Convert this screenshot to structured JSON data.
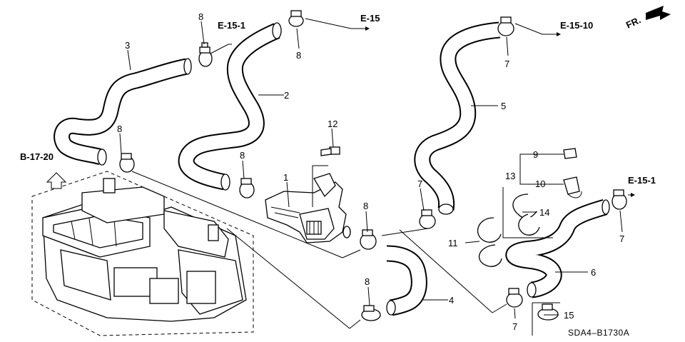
{
  "labels": {
    "p1": "1",
    "p2": "2",
    "p3": "3",
    "p4": "4",
    "p5": "5",
    "p6": "6",
    "p7a": "7",
    "p7b": "7",
    "p7c": "7",
    "p7d": "7",
    "p8a": "8",
    "p8b": "8",
    "p8c": "8",
    "p8d": "8",
    "p8e": "8",
    "p8f": "8",
    "p9": "9",
    "p10": "10",
    "p11": "11",
    "p12": "12",
    "p13": "13",
    "p14": "14",
    "p15": "15"
  },
  "refs": {
    "e15_1_top": "E-15-1",
    "e15": "E-15",
    "e15_10": "E-15-10",
    "e15_1_right": "E-15-1",
    "b17_20": "B-17-20",
    "fr": "FR."
  },
  "diagram_code": "SDA4–B1730A"
}
